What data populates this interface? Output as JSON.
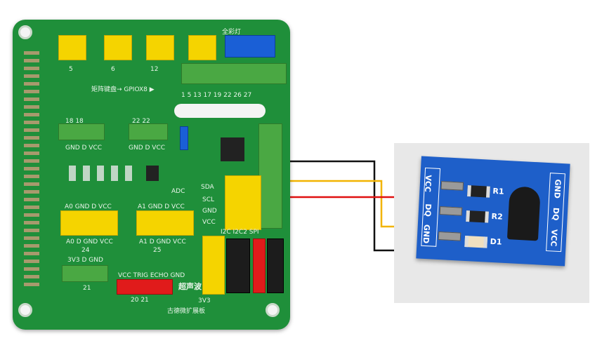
{
  "board": {
    "header_numbers": [
      "5",
      "6",
      "12"
    ],
    "gpio_title": "矩阵键盘→ GPIOX8 ▶",
    "gpio_numbers": "1  5 13 17 19 22 26 27",
    "full_color_label": "全彩灯",
    "sda": "SDA",
    "scl": "SCL",
    "gnd": "GND",
    "vcc": "VCC",
    "adc": "ADC",
    "a0_label": "A0 GND D VCC",
    "a0_bottom": "A0  D  GND VCC",
    "a0_num": "24",
    "a1_label": "A1 GND D VCC",
    "a1_bottom": "A1  D  GND VCC",
    "a1_num": "25",
    "row18": "18  18",
    "row22": "22  22",
    "gnd_d_vcc": "GND D VCC",
    "i2c_spi": "I2C  I2C2  SPI",
    "bottom_left": "3V3  D  GND",
    "bottom_num": "21",
    "vcc_echo": "VCC  TRIG  ECHO  GND",
    "ultra": "超声波",
    "ultra_nums": "20    21",
    "board_name": "古德微扩展板",
    "three_v": "3V3"
  },
  "module": {
    "left_pins": [
      "VCC",
      "DQ",
      "GND"
    ],
    "right_pins": [
      "GND",
      "DQ",
      "VCC"
    ],
    "r1": "R1",
    "r2": "R2",
    "d1": "D1"
  },
  "wires": {
    "black": "#111111",
    "yellow": "#f2b400",
    "red": "#e01010"
  }
}
